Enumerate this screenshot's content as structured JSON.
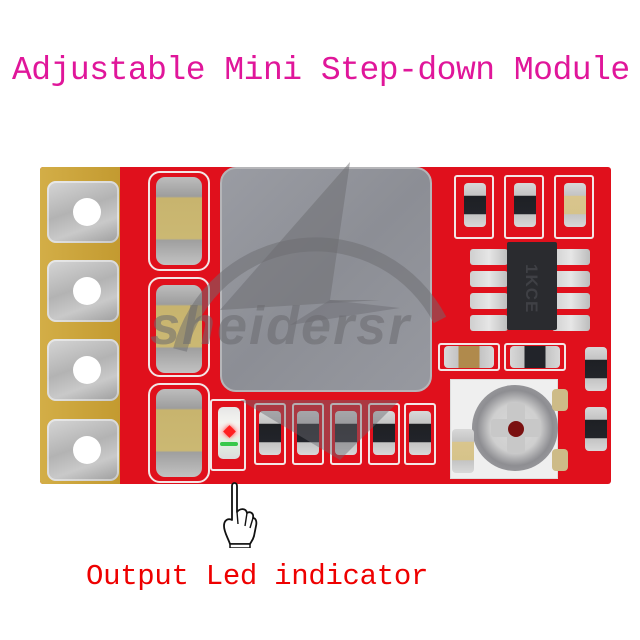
{
  "header": {
    "title": "Adjustable Mini Step-down Module"
  },
  "annotation": {
    "caption": "Output Led indicator",
    "pointer_icon": "hand-pointing-up-icon"
  },
  "board": {
    "ic_marking": "1KCE",
    "watermark_text": "sheidersr",
    "terminals": [
      "terminal-1",
      "terminal-2",
      "terminal-3",
      "terminal-4"
    ],
    "components": [
      "inductor",
      "capacitor-1",
      "capacitor-2",
      "capacitor-3",
      "ic-8pin",
      "trim-potentiometer",
      "output-led"
    ]
  },
  "colors": {
    "title": "#e0169a",
    "caption": "#ee0000",
    "pcb": "#e0101c",
    "pcb_edge_gold": "#c9a235",
    "silkscreen": "#f3e6e6",
    "watermark": "#6b6b70"
  }
}
